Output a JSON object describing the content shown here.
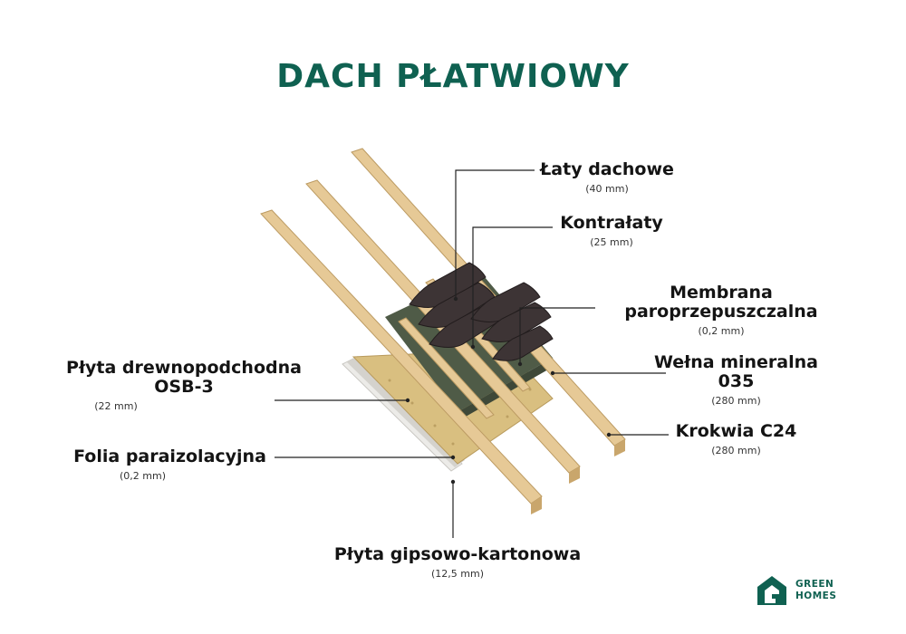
{
  "title": "DACH PŁATWIOWY",
  "layers": [
    {
      "name": "Łaty dachowe",
      "dim": "(40 mm)"
    },
    {
      "name": "Kontrałaty",
      "dim": "(25 mm)"
    },
    {
      "name": "Membrana paroprzepuszczalna",
      "dim": "(0,2 mm)"
    },
    {
      "name": "Wełna mineralna 035",
      "dim": "(280 mm)"
    },
    {
      "name": "Krokwia C24",
      "dim": "(280 mm)"
    },
    {
      "name": "Płyta drewnopodchodna OSB-3",
      "dim": "(22 mm)"
    },
    {
      "name": "Folia paraizolacyjna",
      "dim": "(0,2 mm)"
    },
    {
      "name": "Płyta gipsowo-kartonowa",
      "dim": "(12,5 mm)"
    }
  ],
  "logo": {
    "line1": "GREEN",
    "line2": "HOMES"
  },
  "colors": {
    "brand": "#0f6151",
    "wood": "#e3c48f",
    "osb": "#d8bd7e",
    "membrane": "#4f5b47",
    "tile": "#3d3435"
  }
}
